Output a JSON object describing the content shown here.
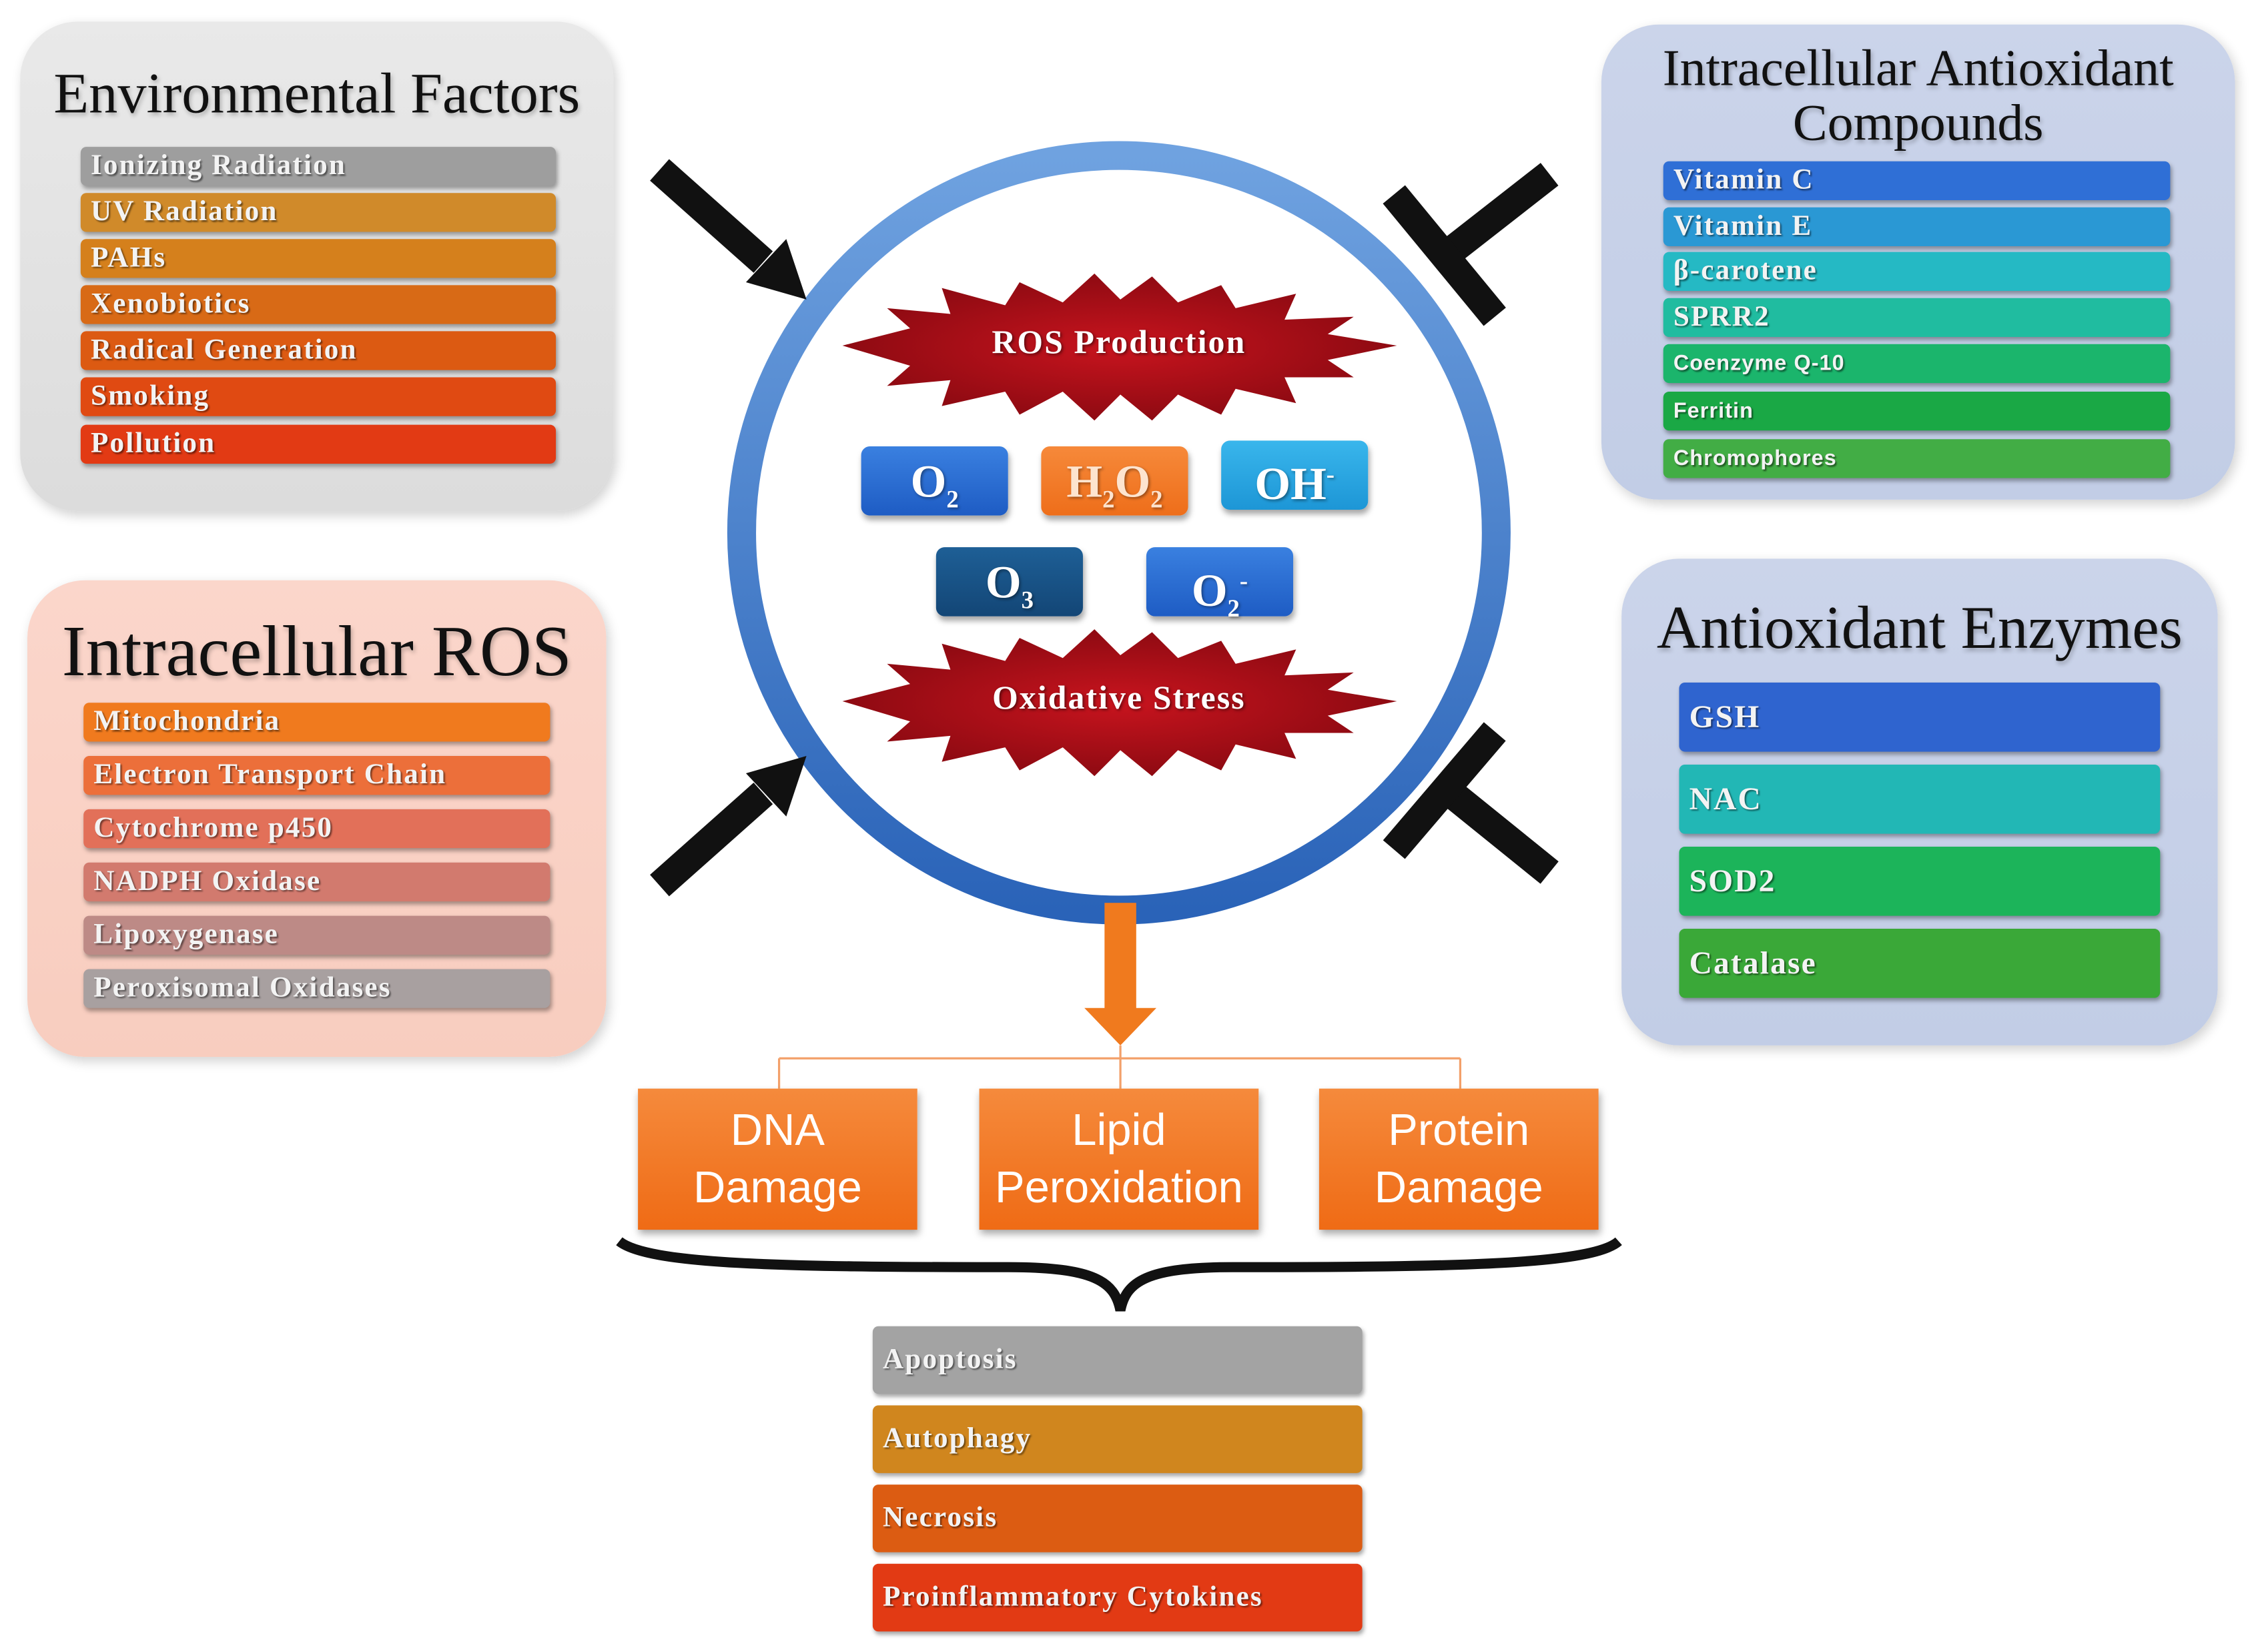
{
  "environmental": {
    "title": "Environmental Factors",
    "items": [
      "Ionizing Radiation",
      "UV Radiation",
      "PAHs",
      "Xenobiotics",
      "Radical Generation",
      "Smoking",
      "Pollution"
    ]
  },
  "intracellular_ros": {
    "title": "Intracellular ROS",
    "items": [
      "Mitochondria",
      "Electron Transport Chain",
      "Cytochrome p450",
      "NADPH Oxidase",
      "Lipoxygenase",
      "Peroxisomal Oxidases"
    ]
  },
  "antioxidant_compounds": {
    "title_line1": "Intracellular Antioxidant",
    "title_line2": "Compounds",
    "items": [
      "Vitamin C",
      "Vitamin E",
      "β-carotene",
      "SPRR2",
      "Coenzyme Q-10",
      "Ferritin",
      "Chromophores"
    ]
  },
  "antioxidant_enzymes": {
    "title": "Antioxidant Enzymes",
    "items": [
      "GSH",
      "NAC",
      "SOD2",
      "Catalase"
    ]
  },
  "center": {
    "ros_production": "ROS Production",
    "oxidative_stress": "Oxidative Stress",
    "molecules": {
      "o2": {
        "base": "O",
        "sub": "2"
      },
      "h2o2": {
        "a": "H",
        "sub1": "2",
        "b": "O",
        "sub2": "2"
      },
      "oh": {
        "base": "OH",
        "sup": "-"
      },
      "o3": {
        "base": "O",
        "sub": "3"
      },
      "o2minus": {
        "base": "O",
        "sub": "2",
        "sup": "-"
      }
    }
  },
  "damage": {
    "dna_line1": "DNA",
    "dna_line2": "Damage",
    "lipid_line1": "Lipid",
    "lipid_line2": "Peroxidation",
    "protein_line1": "Protein",
    "protein_line2": "Damage"
  },
  "outcomes": [
    "Apoptosis",
    "Autophagy",
    "Necrosis",
    "Proinflammatory Cytokines"
  ],
  "colors": {
    "env_bars": [
      "#9e9e9e",
      "#d08a2a",
      "#d5801c",
      "#d86a16",
      "#dc5a12",
      "#e04a12",
      "#e23a14"
    ],
    "ros_bars": [
      "#f07a1e",
      "#ec6f3a",
      "#e27059",
      "#d27a6e",
      "#bd8a86",
      "#a8a0a0"
    ],
    "compound_bars": [
      "#2f6fd6",
      "#2a98d4",
      "#25b9c4",
      "#20bca0",
      "#1bb56c",
      "#1aa845",
      "#42ad45"
    ],
    "enzyme_bars": [
      "#2f64cf",
      "#22b7b5",
      "#1cb45a",
      "#3aa838"
    ],
    "outcome_bars": [
      "#a3a3a3",
      "#d0861e",
      "#dc5c12",
      "#e23a14"
    ],
    "ring": "#2b6cc3"
  }
}
